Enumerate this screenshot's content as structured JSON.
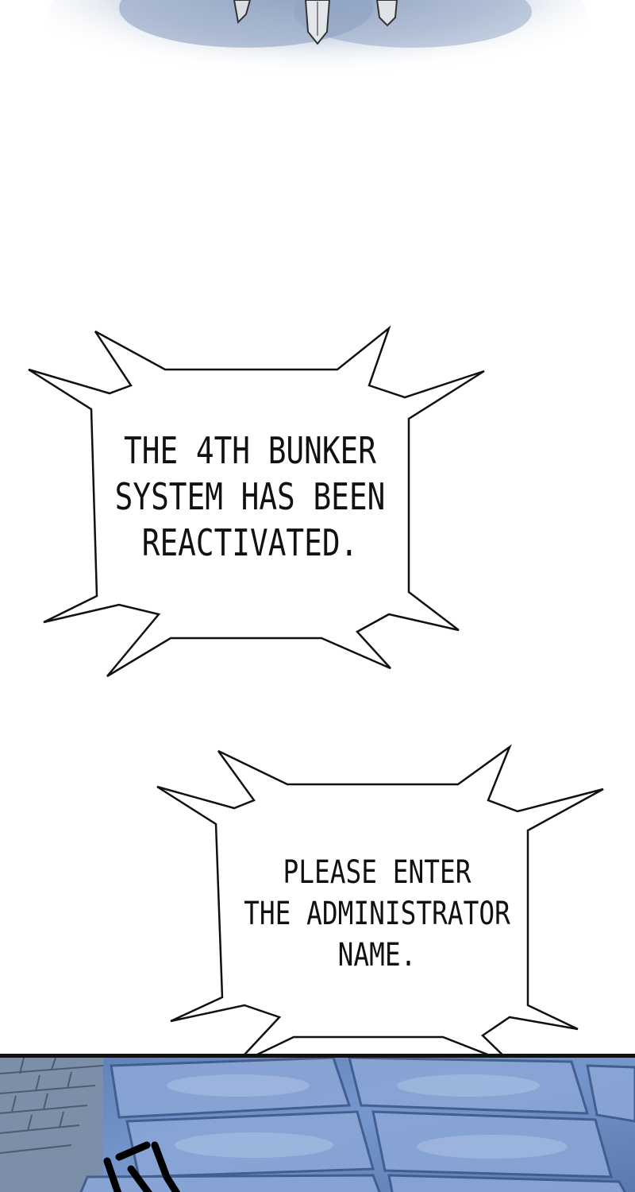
{
  "bubbles": [
    {
      "lines": [
        "THE 4TH BUNKER",
        "SYSTEM HAS BEEN",
        "REACTIVATED."
      ]
    },
    {
      "lines": [
        "PLEASE ENTER",
        "THE ADMINISTRATOR",
        "NAME."
      ]
    }
  ],
  "colors": {
    "background": "#ffffff",
    "ink": "#111111",
    "floor_blue": "#6f8fc4",
    "floor_light": "#9db6de",
    "sky_blue": "#8fa2c2"
  },
  "icons": {
    "top_artwork": "sword-blades-art",
    "bottom_artwork": "stone-floor-art"
  }
}
